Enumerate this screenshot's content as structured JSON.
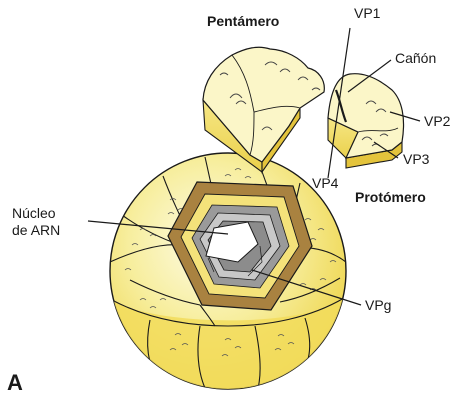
{
  "labels": {
    "pentamer": "Pentámero",
    "protomer": "Protómero",
    "vp1": "VP1",
    "canyon": "Cañón",
    "vp2": "VP2",
    "vp3": "VP3",
    "vp4": "VP4",
    "rna_core_line1": "Núcleo",
    "rna_core_line2": "de ARN",
    "vpg": "VPg",
    "panel": "A"
  },
  "colors": {
    "capsid_light": "#fbf6c8",
    "capsid_yellow": "#f2df62",
    "capsid_dark": "#d9bf2e",
    "window_brown": "#a98240",
    "rna_gray": "#9a9a9a",
    "line": "#1a1a1a"
  }
}
